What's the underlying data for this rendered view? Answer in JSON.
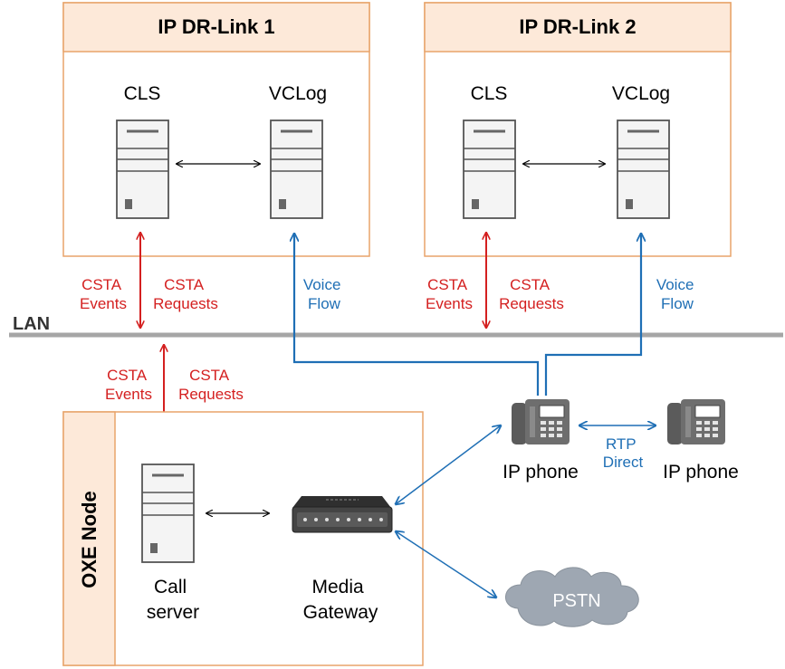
{
  "dr_link_1": {
    "title": "IP DR-Link 1",
    "server_left": "CLS",
    "server_right": "VCLog"
  },
  "dr_link_2": {
    "title": "IP DR-Link 2",
    "server_left": "CLS",
    "server_right": "VCLog"
  },
  "lan_label": "LAN",
  "csta_events": [
    "CSTA",
    "Events"
  ],
  "csta_requests": [
    "CSTA",
    "Requests"
  ],
  "voice_flow": [
    "Voice",
    "Flow"
  ],
  "oxe_node": {
    "title": "OXE Node",
    "call_server": [
      "Call",
      "server"
    ],
    "media_gateway": [
      "Media",
      "Gateway"
    ]
  },
  "ip_phone_label": "IP phone",
  "rtp_direct": [
    "RTP",
    "Direct"
  ],
  "pstn_label": "PSTN",
  "colors": {
    "box_border": "#e8a46a",
    "box_header": "#fde9d9",
    "csta": "#d42020",
    "voice": "#1f6fb5",
    "lan": "#a6a6a6"
  },
  "icons": {
    "server": "server-tower-icon",
    "phone": "ip-phone-icon",
    "gateway": "media-gateway-icon",
    "cloud": "pstn-cloud-icon"
  }
}
